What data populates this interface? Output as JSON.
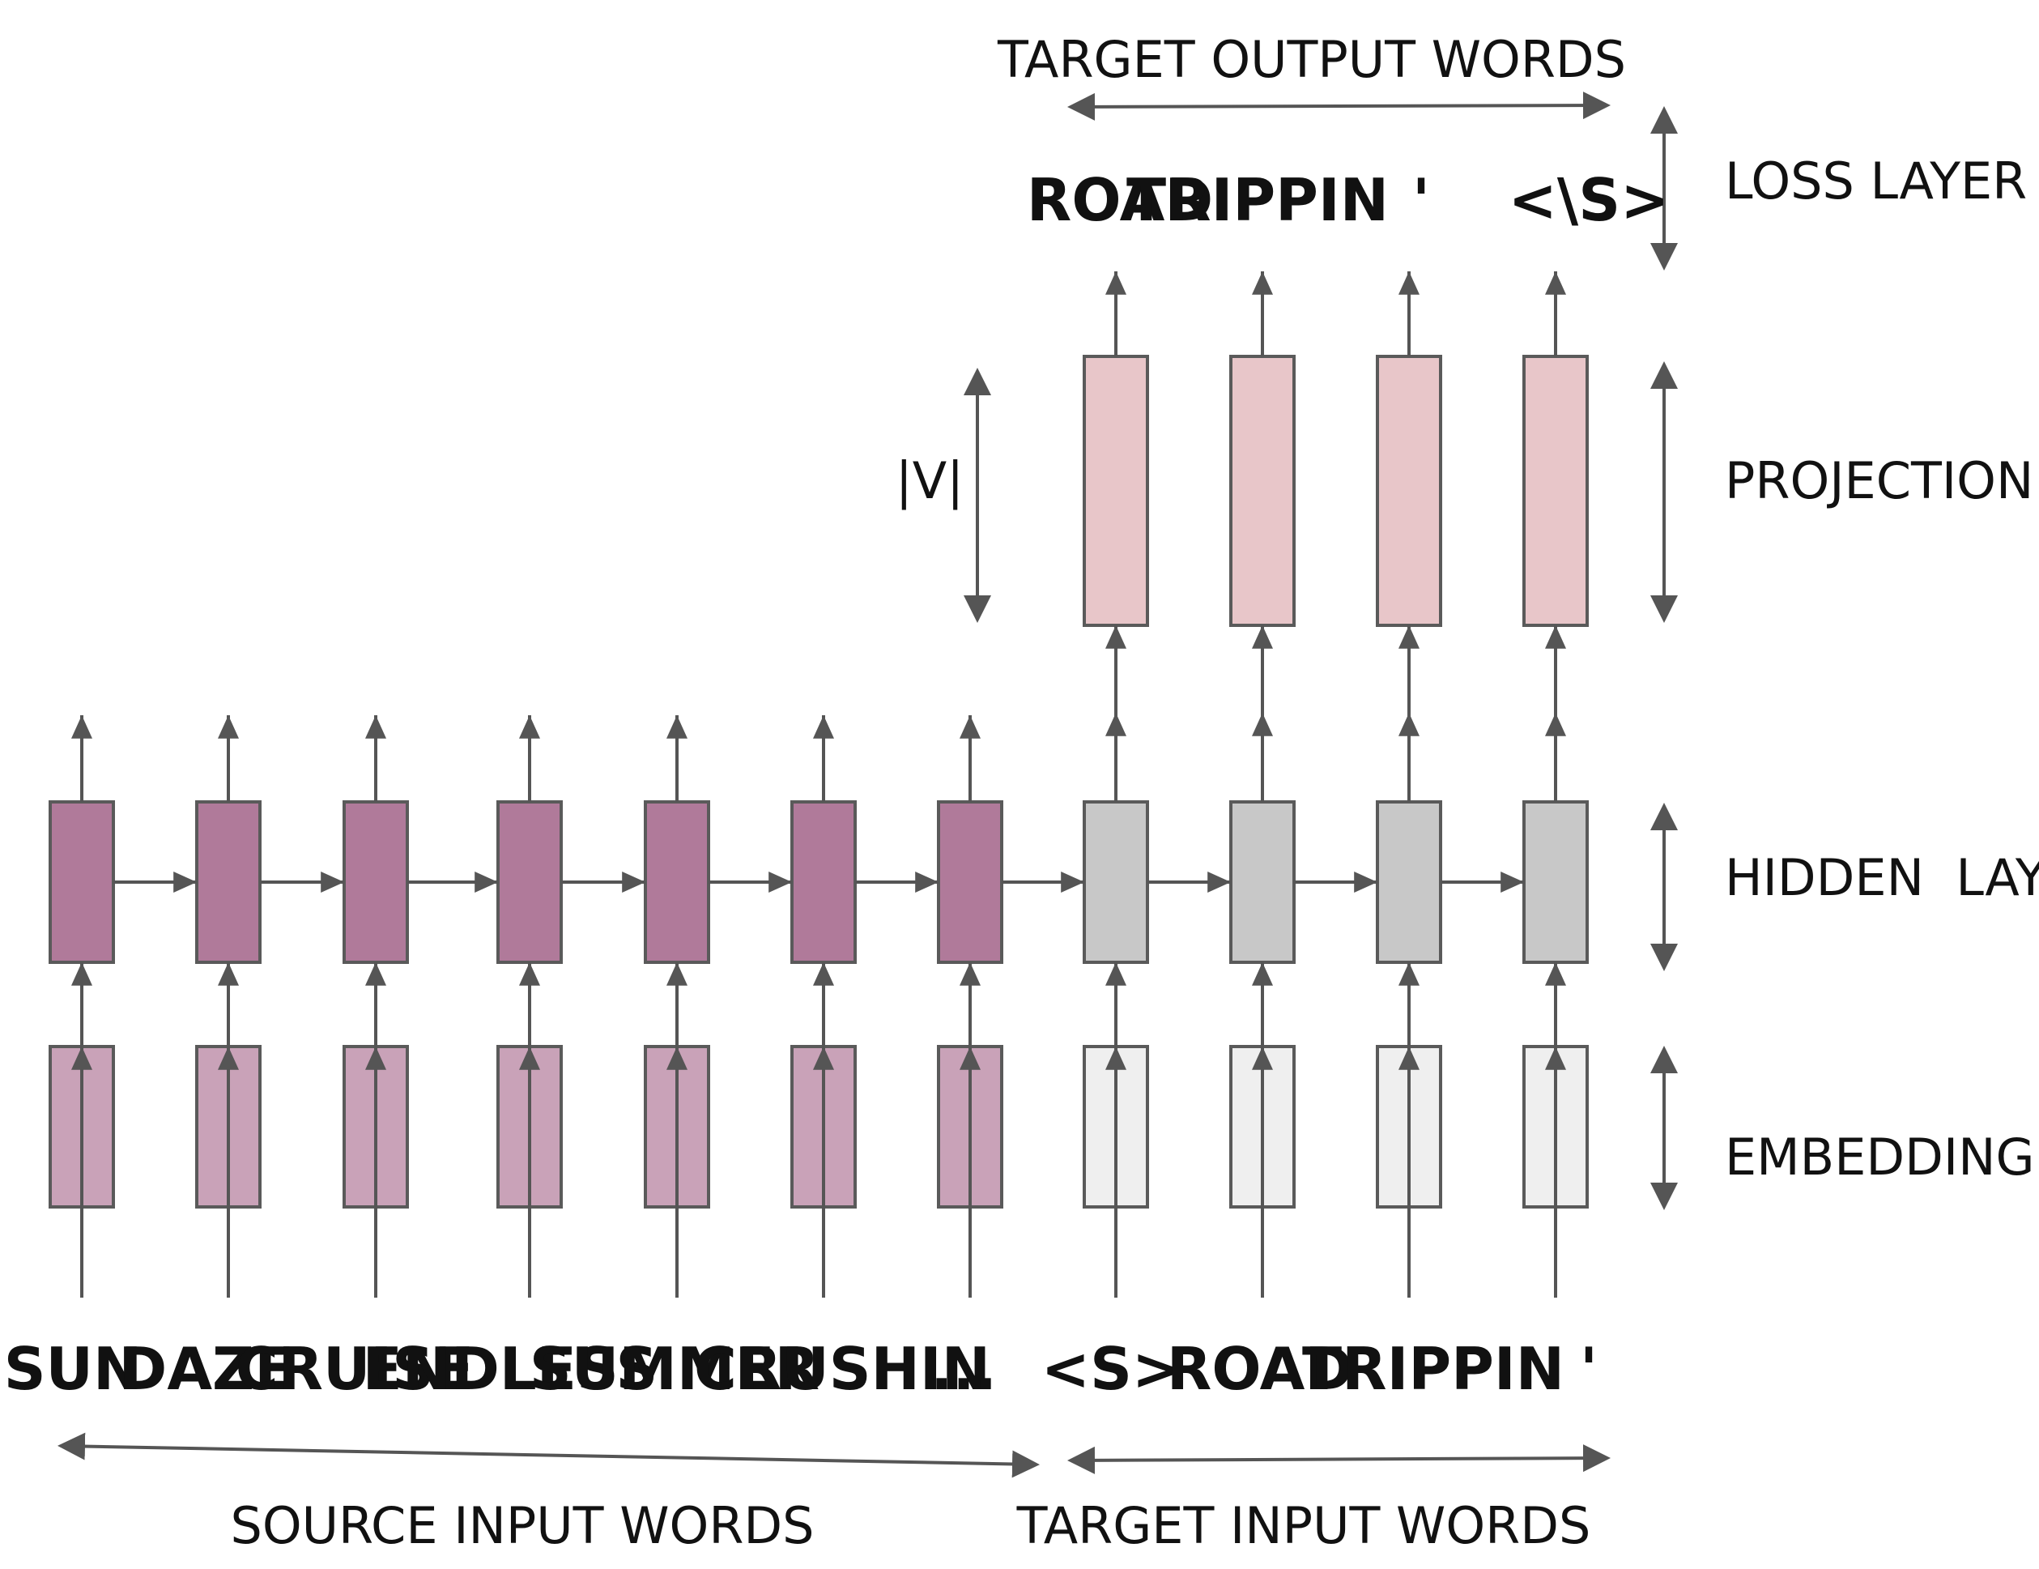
{
  "titles": {
    "target_output": "Target Output Words",
    "source_input": "Source Input Words",
    "target_input": "Target Input Words"
  },
  "layers": {
    "loss": "loss layer",
    "projection": "Projection Layer",
    "hidden": "Hidden  Layer",
    "embedding": "Embedding Layer"
  },
  "vocab_size_label": "|V|",
  "source_words": [
    "Sun",
    "Daze",
    "cruise",
    "Endless",
    "Summer",
    "Crushin",
    "..."
  ],
  "target_input_words": [
    "<s>",
    "Road",
    "Trippin",
    "'"
  ],
  "target_output_words": [
    "Road",
    "Trippin",
    "'",
    "<\\s>"
  ],
  "colors": {
    "encoder_hidden": "#b07a9a",
    "encoder_embedding": "#c9a2b8",
    "decoder_hidden": "#c8c8c8",
    "decoder_embedding": "#efefef",
    "projection": "#e8c6c9",
    "arrow": "#555555",
    "box_stroke": "#5a5a5a"
  }
}
